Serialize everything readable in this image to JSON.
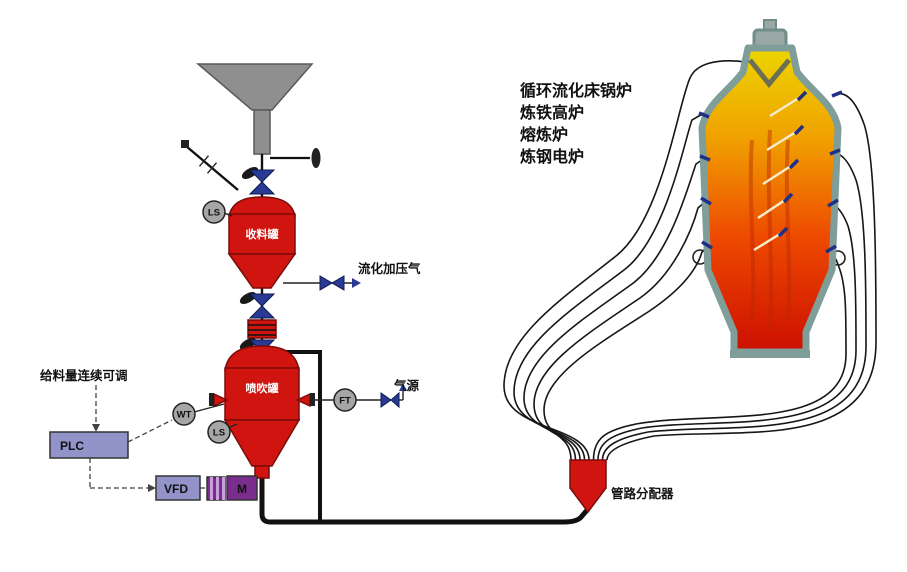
{
  "labels": {
    "feed_rate_note": "给料量连续可调",
    "plc": "PLC",
    "vfd": "VFD",
    "motor": "M",
    "level_sensor": "LS",
    "weight_sensor": "WT",
    "flow_sensor": "FT",
    "receiving_tank": "收料罐",
    "injection_tank": "喷吹罐",
    "fluidization_gas": "流化加压气",
    "gas_source": "气源",
    "distributor": "管路分配器"
  },
  "furnace_applications": [
    "循环流化床锅炉",
    "炼铁高炉",
    "熔炼炉",
    "炼钢电炉"
  ],
  "colors": {
    "vessel_red": "#d01510",
    "valve_navy": "#283a94",
    "funnel_gray": "#8f8f8f",
    "sensor_gray": "#a6a6a6",
    "control_box_purple": "#9193c9",
    "motor_purple": "#7b2d8e",
    "furnace_outline_teal": "#7f9e99",
    "flame_yellow": "#ecd500",
    "flame_orange": "#f07800",
    "flame_red": "#cc0f00"
  }
}
